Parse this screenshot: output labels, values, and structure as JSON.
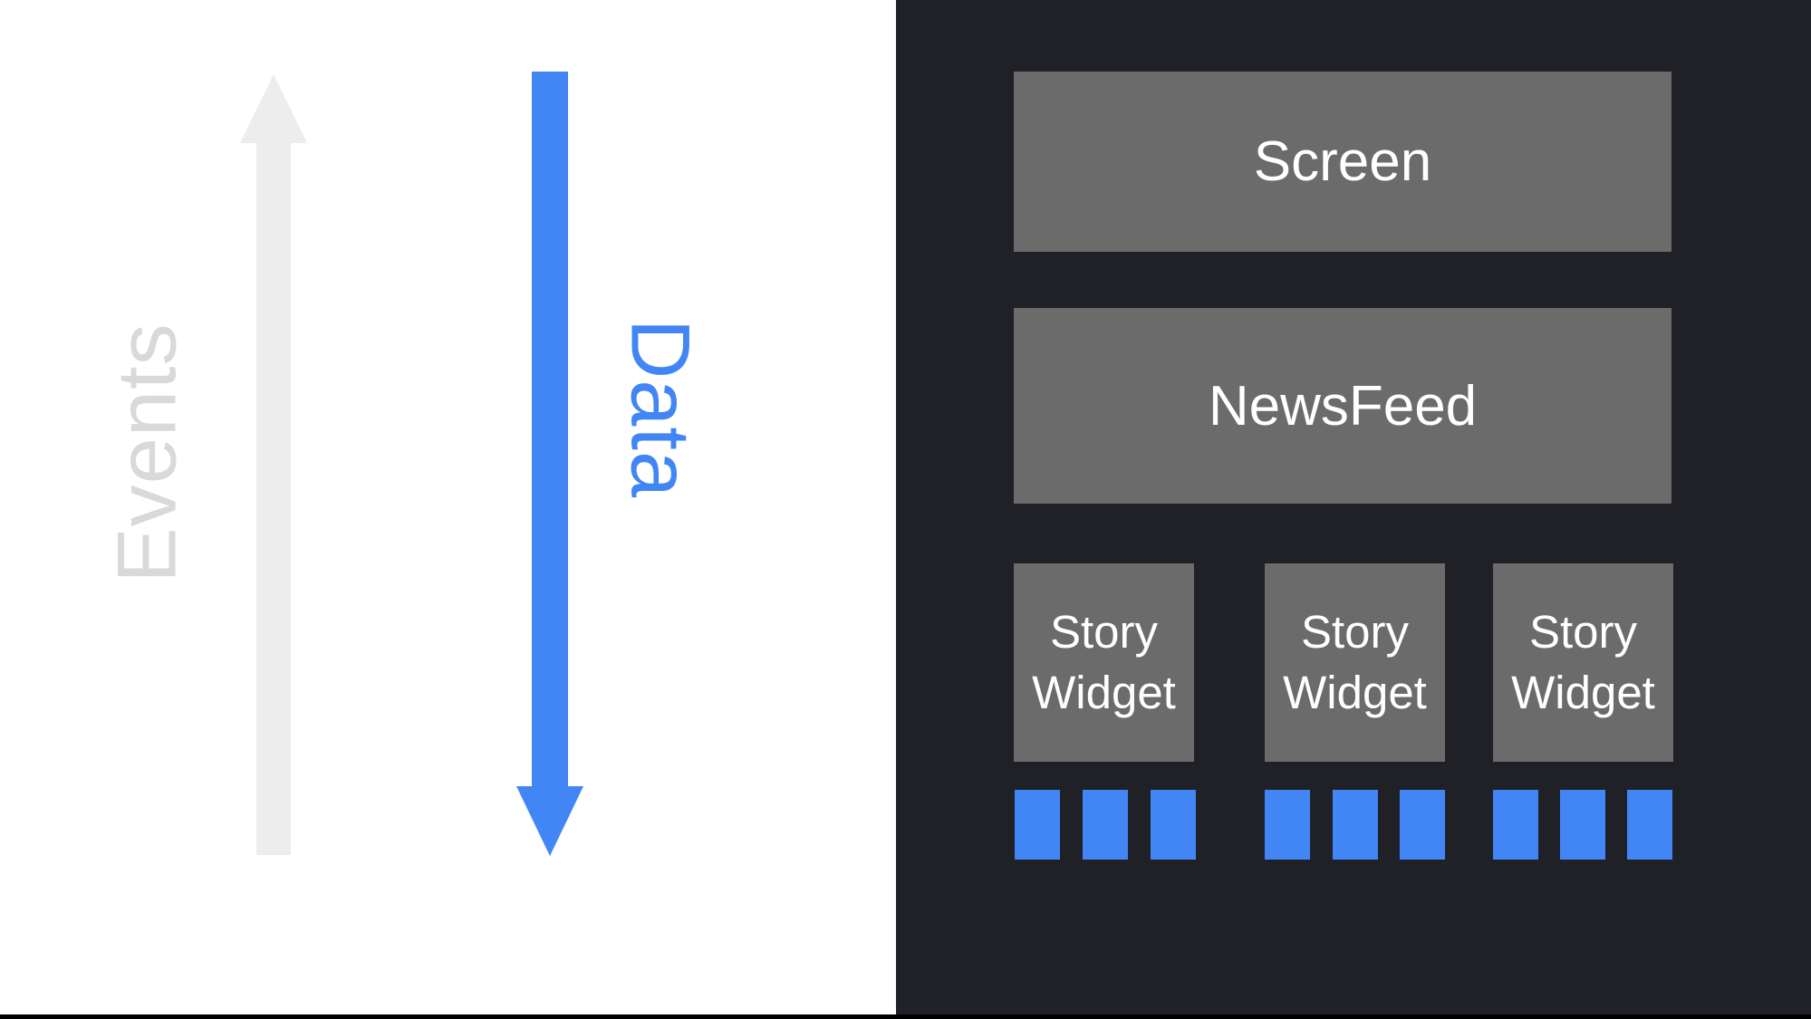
{
  "slide": {
    "left": {
      "events_label": "Events",
      "data_label": "Data"
    },
    "right": {
      "screen_label": "Screen",
      "newsfeed_label": "NewsFeed",
      "story_widgets": [
        {
          "label": "Story Widget"
        },
        {
          "label": "Story Widget"
        },
        {
          "label": "Story Widget"
        }
      ],
      "data_squares_per_widget": 3
    },
    "colors": {
      "accent_blue": "#4285f4",
      "panel_dark": "#1f2127",
      "box_gray": "#6b6b6b",
      "arrow_light_gray": "#ededed",
      "events_text_gray": "#d9d9d9",
      "bottom_bar_black": "#000000",
      "background_white": "#ffffff"
    }
  }
}
